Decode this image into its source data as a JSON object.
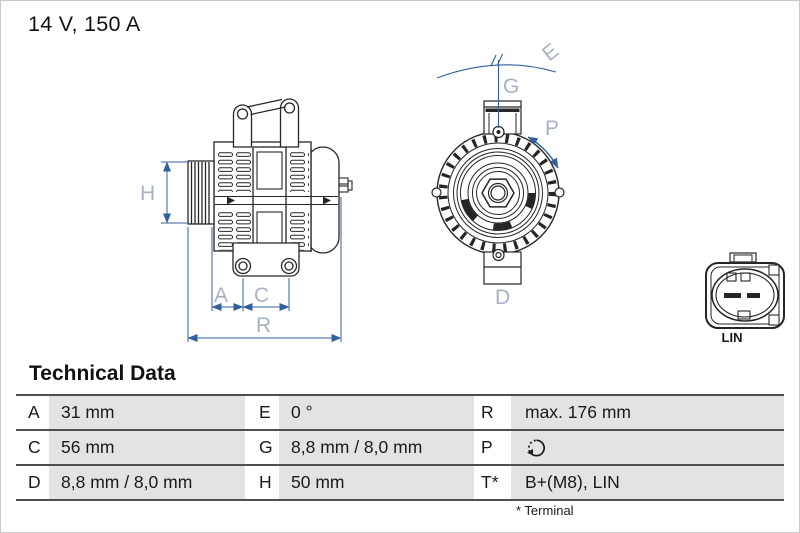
{
  "header": {
    "rating": "14 V, 150 A"
  },
  "colors": {
    "dimension_line": "#335f9e",
    "dimension_label": "#a6b2c6",
    "drawing_line": "#262626",
    "table_line": "#4f4f4f",
    "value_cell_bg": "#e3e3e3"
  },
  "diagram": {
    "side_view": {
      "labels": {
        "h": "H",
        "a": "A",
        "c": "C",
        "r": "R"
      }
    },
    "front_view": {
      "labels": {
        "e": "E",
        "g": "G",
        "p": "P",
        "d": "D"
      }
    },
    "connector": {
      "label": "LIN"
    }
  },
  "table": {
    "title": "Technical Data",
    "rows": [
      [
        {
          "letter": "A",
          "value": "31 mm"
        },
        {
          "letter": "E",
          "value": "0 °"
        },
        {
          "letter": "R",
          "value": "max. 176 mm"
        }
      ],
      [
        {
          "letter": "C",
          "value": "56 mm"
        },
        {
          "letter": "G",
          "value": "8,8 mm / 8,0 mm"
        },
        {
          "letter": "P",
          "icon": "rotation-clockwise-icon"
        }
      ],
      [
        {
          "letter": "D",
          "value": "8,8 mm / 8,0 mm"
        },
        {
          "letter": "H",
          "value": "50 mm"
        },
        {
          "letter": "T*",
          "value": "B+(M8), LIN"
        }
      ]
    ],
    "footnote": "* Terminal"
  }
}
